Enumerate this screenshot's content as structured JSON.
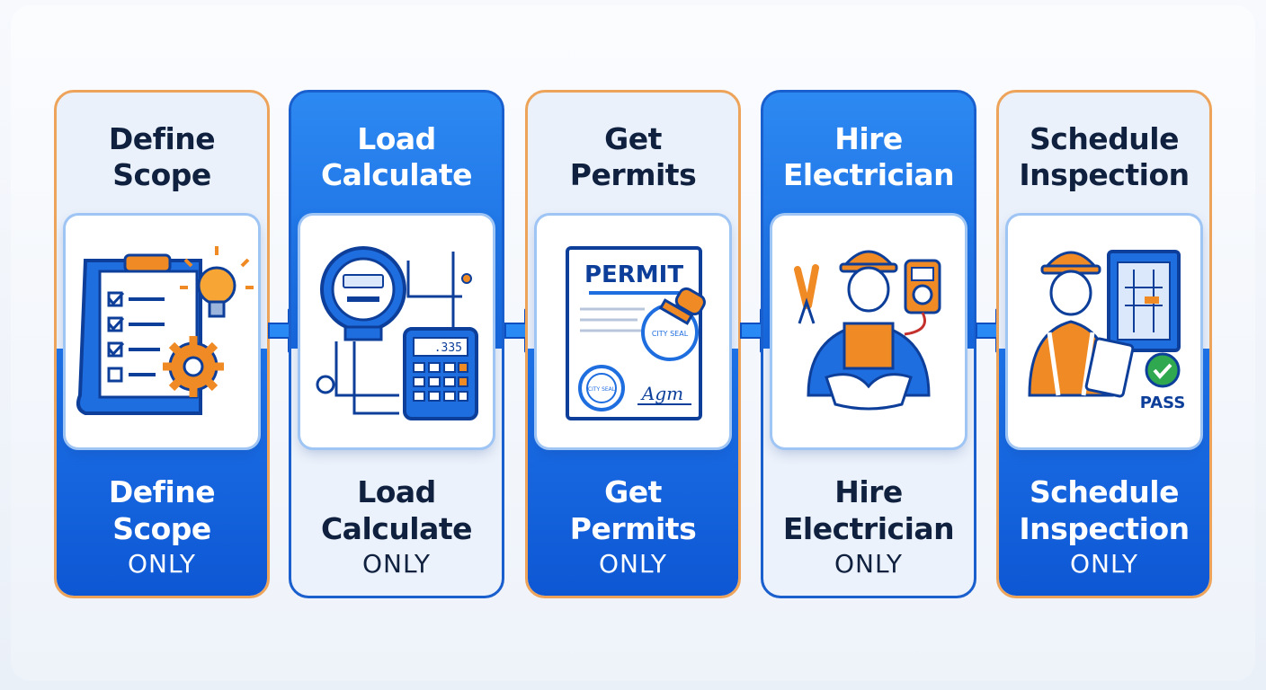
{
  "steps": [
    {
      "title_line1": "Define",
      "title_line2": "Scope",
      "bottom_line1": "Define",
      "bottom_line2": "Scope",
      "only": "ONLY",
      "icon": "blueprint-checklist-icon"
    },
    {
      "title_line1": "Load",
      "title_line2": "Calculate",
      "bottom_line1": "Load",
      "bottom_line2": "Calculate",
      "only": "ONLY",
      "icon": "meter-calculator-icon",
      "calc_display": ".335"
    },
    {
      "title_line1": "Get",
      "title_line2": "Permits",
      "bottom_line1": "Get",
      "bottom_line2": "Permits",
      "only": "ONLY",
      "icon": "permit-document-icon",
      "doc_heading": "PERMIT",
      "stamp_text": "CITY SEAL",
      "seal_text": "CITY SEAL",
      "signature": "Agm"
    },
    {
      "title_line1": "Hire",
      "title_line2": "Electrician",
      "bottom_line1": "Hire",
      "bottom_line2": "Electrician",
      "only": "ONLY",
      "icon": "electrician-handshake-icon"
    },
    {
      "title_line1": "Schedule",
      "title_line2": "Inspection",
      "bottom_line1": "Schedule",
      "bottom_line2": "Inspection",
      "only": "ONLY",
      "icon": "inspector-pass-icon",
      "pass_label": "PASS"
    }
  ],
  "colors": {
    "blue": "#1565dc",
    "orange": "#f08a24",
    "navy": "#10213f"
  }
}
